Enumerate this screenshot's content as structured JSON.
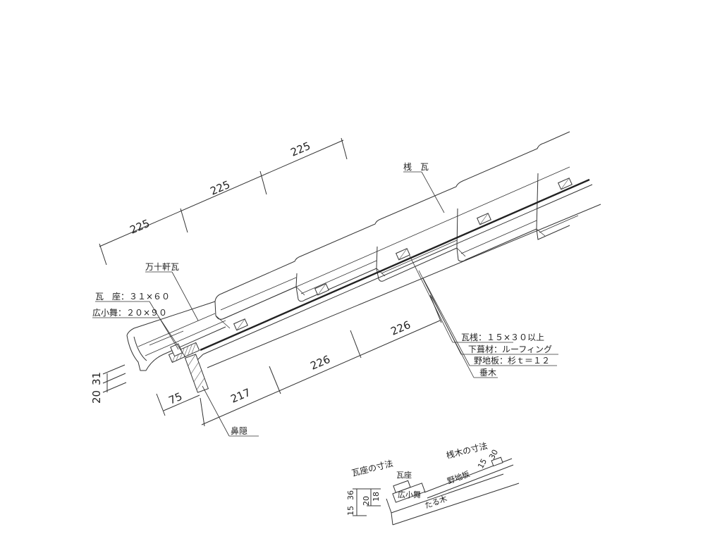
{
  "dimensions": {
    "top_spacing": [
      "225",
      "225",
      "225"
    ],
    "bottom_spacing": [
      "226",
      "226"
    ],
    "bottom_217": "217",
    "bottom_75": "75",
    "left_20": "20",
    "left_31": "31"
  },
  "labels": {
    "sankawara": "桟　瓦",
    "manjugawara": "万十軒瓦",
    "kawaraza": "瓦　座：３１×６０",
    "hirokomai": "広小舞：２０×９０",
    "kawarasan": "瓦桟：１５×３０以上",
    "shitabuki": "下葺材：ルーフィング",
    "nojiita": "野地板：杉ｔ＝１２",
    "taruki": "垂木",
    "hanakakushi": "鼻隠"
  },
  "detail": {
    "title_left": "瓦座の寸法",
    "title_right": "桟木の寸法",
    "kawaraza": "瓦座",
    "hirokomai": "広小舞",
    "nojiita": "野地板",
    "taruki": "たる木",
    "dim_15": "15",
    "dim_36": "36",
    "dim_20": "20",
    "dim_18": "18",
    "dim_15b": "15",
    "dim_30": "30"
  }
}
